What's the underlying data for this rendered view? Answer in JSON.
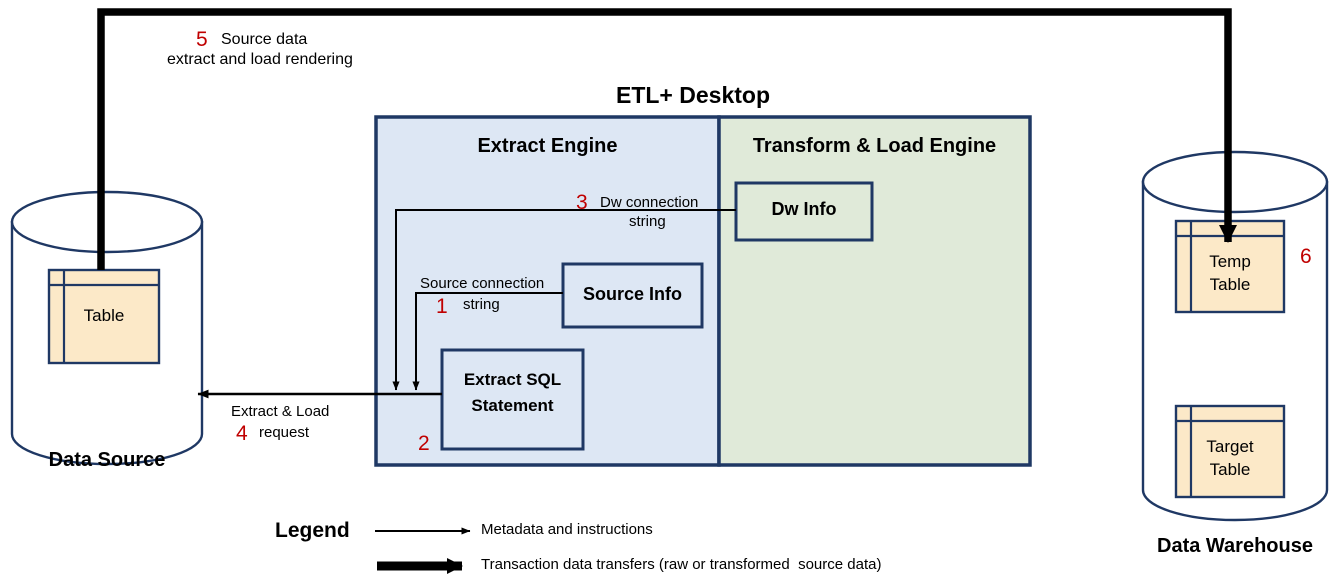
{
  "title": "ETL+ Desktop data flow diagram",
  "colors": {
    "panel_blue_fill": "#dde7f4",
    "panel_green_fill": "#e0ead9",
    "panel_border": "#1f3864",
    "table_fill": "#fce9c8",
    "table_border": "#1f3864",
    "cylinder_stroke": "#1f3864",
    "number_red": "#c00000",
    "line_black": "#000000"
  },
  "header": {
    "app_title": "ETL+ Desktop"
  },
  "panels": {
    "extract_engine": {
      "label": "Extract Engine"
    },
    "transform_load_engine": {
      "label": "Transform & Load Engine"
    }
  },
  "boxes": {
    "dw_info": {
      "label": "Dw Info"
    },
    "source_info": {
      "label": "Source Info"
    },
    "extract_sql": {
      "line1": "Extract SQL",
      "line2": "Statement"
    }
  },
  "annotations": {
    "step5": {
      "number": "5",
      "line1": "Source data",
      "line2": "extract and load rendering"
    },
    "step3": {
      "number": "3",
      "line1": "Dw connection",
      "line2": "string"
    },
    "step1": {
      "number": "1",
      "line1": "Source connection",
      "line2": "string"
    },
    "step2": {
      "number": "2"
    },
    "step4": {
      "number": "4",
      "line1": "Extract & Load",
      "line2": "request"
    },
    "step6": {
      "number": "6"
    }
  },
  "data_source": {
    "caption": "Data Source",
    "table": {
      "label": "Table"
    }
  },
  "data_warehouse": {
    "caption": "Data Warehouse",
    "temp_table": {
      "line1": "Temp",
      "line2": "Table"
    },
    "target_table": {
      "line1": "Target",
      "line2": "Table"
    }
  },
  "legend": {
    "title": "Legend",
    "items": [
      {
        "arrow": "thin-arrow-icon",
        "label": "Metadata and instructions"
      },
      {
        "arrow": "thick-arrow-icon",
        "label": "Transaction data transfers (raw or transformed  source data)"
      }
    ]
  }
}
